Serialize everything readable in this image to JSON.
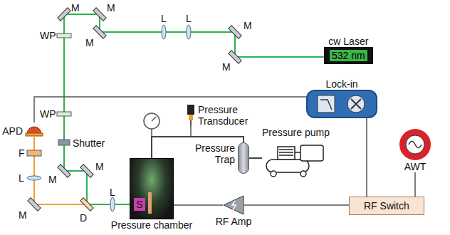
{
  "diagram": {
    "nodes": [
      {
        "text": [
          "cw Laser",
          "532 nm"
        ]
      },
      {
        "text": [
          "Lock-in"
        ]
      },
      {
        "text": [
          "APD"
        ]
      },
      {
        "text": [
          "Pressure Transducer"
        ]
      },
      {
        "text": [
          "Pressure Trap"
        ]
      },
      {
        "text": [
          "Pressure pump"
        ]
      },
      {
        "text": [
          "AWT"
        ]
      },
      {
        "text": [
          "Pressure chamber"
        ]
      },
      {
        "text": [
          "S"
        ],
        "in": 7
      },
      {
        "text": [
          "RF Amp"
        ]
      },
      {
        "text": [
          "RF Switch"
        ]
      }
    ],
    "edges": [
      {
        "from": 2,
        "to": 1,
        "arrow": "none"
      },
      {
        "from": 1,
        "to": 10,
        "arrow": "none"
      },
      {
        "from": 6,
        "to": 10,
        "arrow": "none"
      },
      {
        "from": 10,
        "to": 9,
        "arrow": "none"
      },
      {
        "from": 9,
        "to": 8,
        "arrow": "none"
      },
      {
        "from": 7,
        "to": 4,
        "arrow": "none"
      },
      {
        "from": 4,
        "to": 5,
        "arrow": "none"
      }
    ],
    "labels": [
      "M",
      "M",
      "WP",
      "M",
      "L",
      "L",
      "M",
      "M",
      "WP",
      "Shutter",
      "M",
      "M",
      "F",
      "L",
      "D",
      "L",
      "M"
    ]
  }
}
